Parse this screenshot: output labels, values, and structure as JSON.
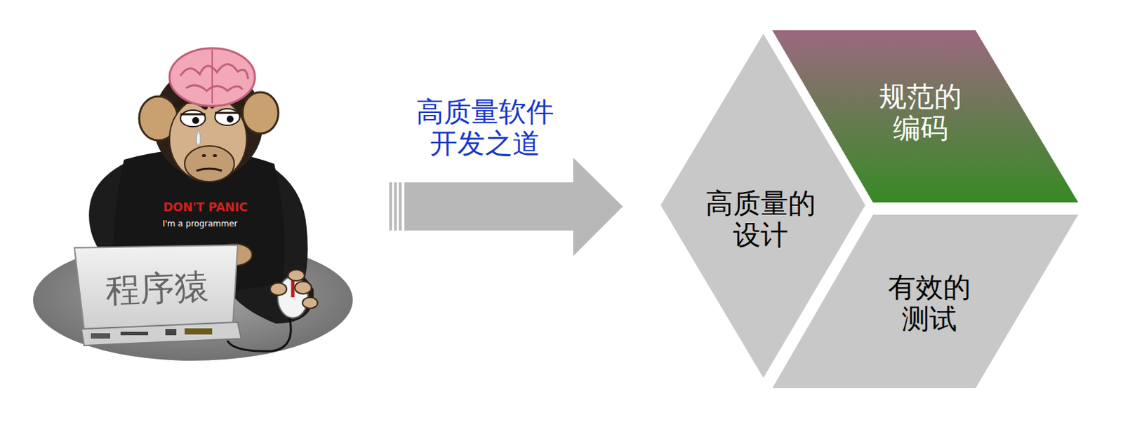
{
  "diagram": {
    "nodes": [
      {
        "text": [
          "高质量的 设计"
        ]
      },
      {
        "text": [
          "规范的 编码"
        ]
      },
      {
        "text": [
          "有效的 测试"
        ]
      }
    ],
    "labels": [
      "高质量软件 开发之道",
      "程序猿",
      "DON'T PANIC",
      "I'm a programmer"
    ]
  }
}
